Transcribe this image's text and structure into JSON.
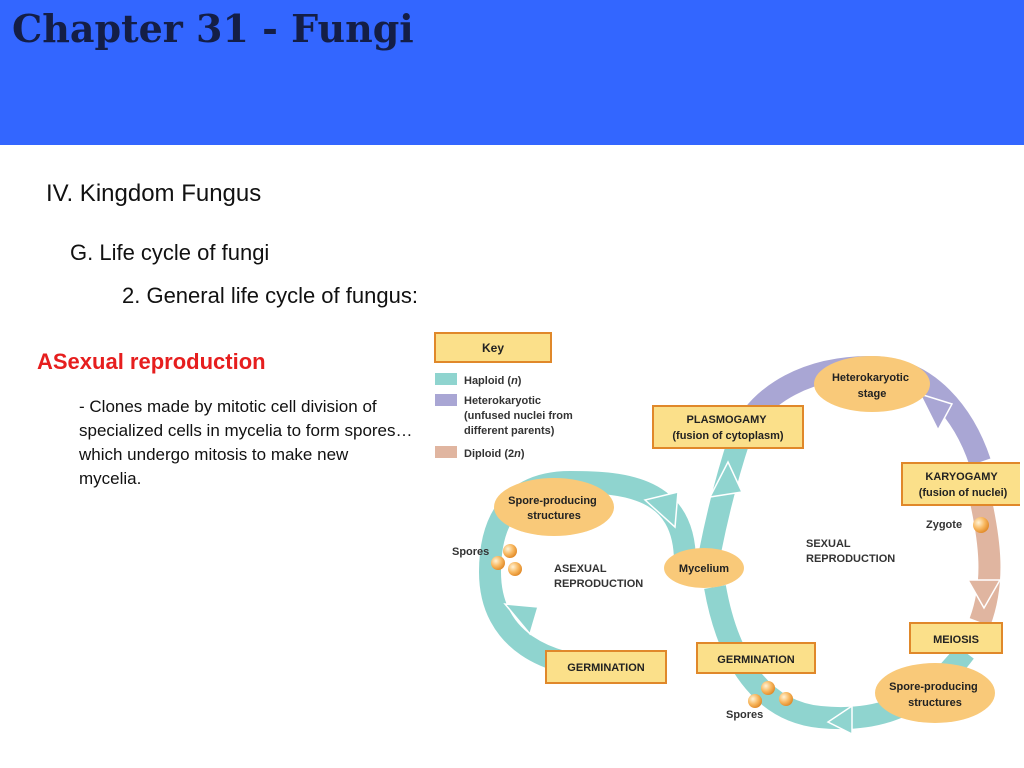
{
  "slide": {
    "title": "Chapter 31 - Fungi"
  },
  "outline": {
    "level1": "IV. Kingdom Fungus",
    "level2": "G. Life cycle of fungi",
    "level3": "2. General life cycle of fungus:"
  },
  "asexual": {
    "heading": "ASexual reproduction",
    "body": "- Clones made by mitotic cell division of specialized cells in mycelia to form spores…which undergo mitosis to make new mycelia."
  },
  "diagram": {
    "colors": {
      "haploid": "#8fd4cf",
      "heterokaryotic": "#a9a6d4",
      "diploid": "#e0b5a0",
      "box_fill": "#fbe08a",
      "box_border": "#e0882a",
      "oval": "#f9c979"
    },
    "key": {
      "title": "Key",
      "haploid_prefix": "Haploid (",
      "haploid_n": "n",
      "haploid_suffix": ")",
      "hetero_line1": "Heterokaryotic",
      "hetero_line2": "(unfused nuclei from",
      "hetero_line3": "different parents)",
      "diploid_prefix": "Diploid (2",
      "diploid_n": "n",
      "diploid_suffix": ")"
    },
    "plasmogamy": {
      "line1": "PLASMOGAMY",
      "line2": "(fusion of cytoplasm)"
    },
    "heterokaryotic_stage": {
      "line1": "Heterokaryotic",
      "line2": "stage"
    },
    "karyogamy": {
      "line1": "KARYOGAMY",
      "line2": "(fusion of nuclei)"
    },
    "zygote": "Zygote",
    "sexual_reproduction": {
      "line1": "SEXUAL",
      "line2": "REPRODUCTION"
    },
    "meiosis": "MEIOSIS",
    "spore_producing_right": {
      "line1": "Spore-producing",
      "line2": "structures"
    },
    "germination_right": "GERMINATION",
    "spores_bottom": "Spores",
    "mycelium": "Mycelium",
    "asexual_reproduction": {
      "line1": "ASEXUAL",
      "line2": "REPRODUCTION"
    },
    "spore_producing_left": {
      "line1": "Spore-producing",
      "line2": "structures"
    },
    "spores_left": "Spores",
    "germination_left": "GERMINATION"
  }
}
